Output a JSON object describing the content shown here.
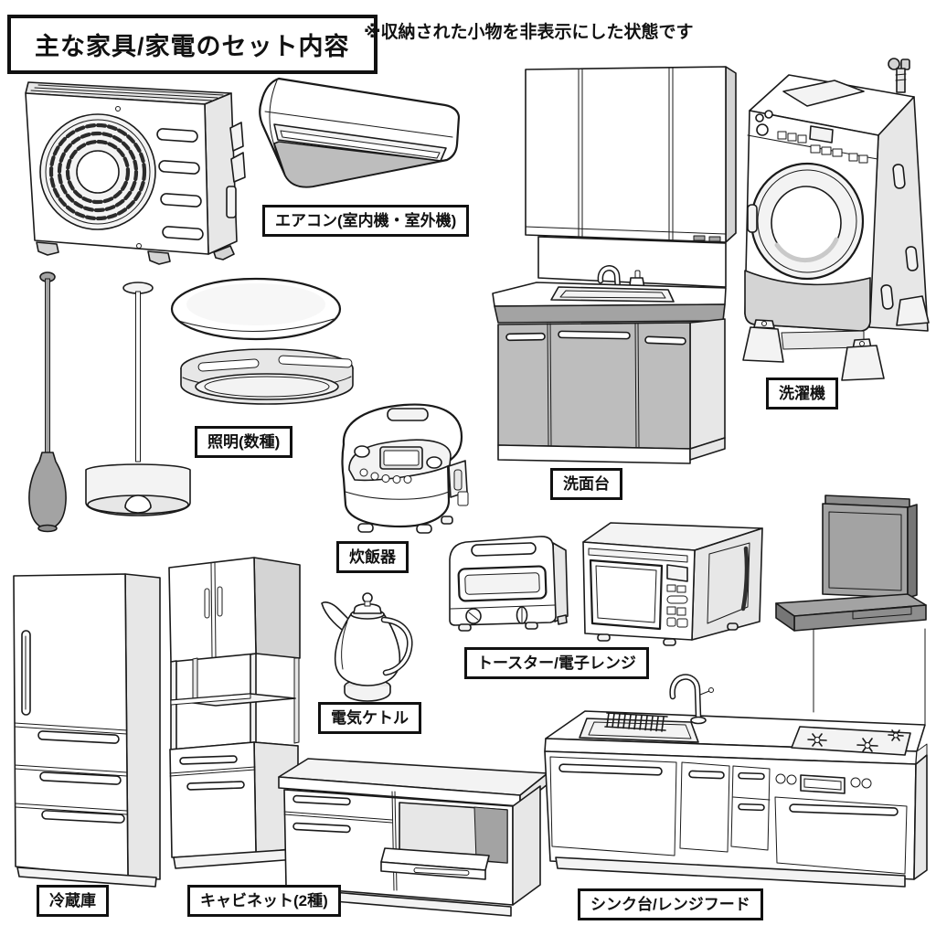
{
  "header": {
    "title": "主な家具/家電のセット内容",
    "note": "※収納された小物を非表示にした状態です"
  },
  "items": [
    {
      "id": "air-conditioner",
      "label": "エアコン(室内機・室外機)"
    },
    {
      "id": "washbasin",
      "label": "洗面台"
    },
    {
      "id": "washing-machine",
      "label": "洗濯機"
    },
    {
      "id": "lighting",
      "label": "照明(数種)"
    },
    {
      "id": "rice-cooker",
      "label": "炊飯器"
    },
    {
      "id": "electric-kettle",
      "label": "電気ケトル"
    },
    {
      "id": "toaster-microwave",
      "label": "トースター/電子レンジ"
    },
    {
      "id": "refrigerator",
      "label": "冷蔵庫"
    },
    {
      "id": "cabinets",
      "label": "キャビネット(2種)"
    },
    {
      "id": "sink-range-hood",
      "label": "シンク台/レンジフード"
    }
  ],
  "colors": {
    "outline": "#1a1a1a",
    "paper": "#ffffff",
    "light_gray": "#f3f3f3",
    "mid_gray": "#bdbdbd",
    "dark_gray": "#8d8d8d",
    "label_border": "#111111"
  }
}
